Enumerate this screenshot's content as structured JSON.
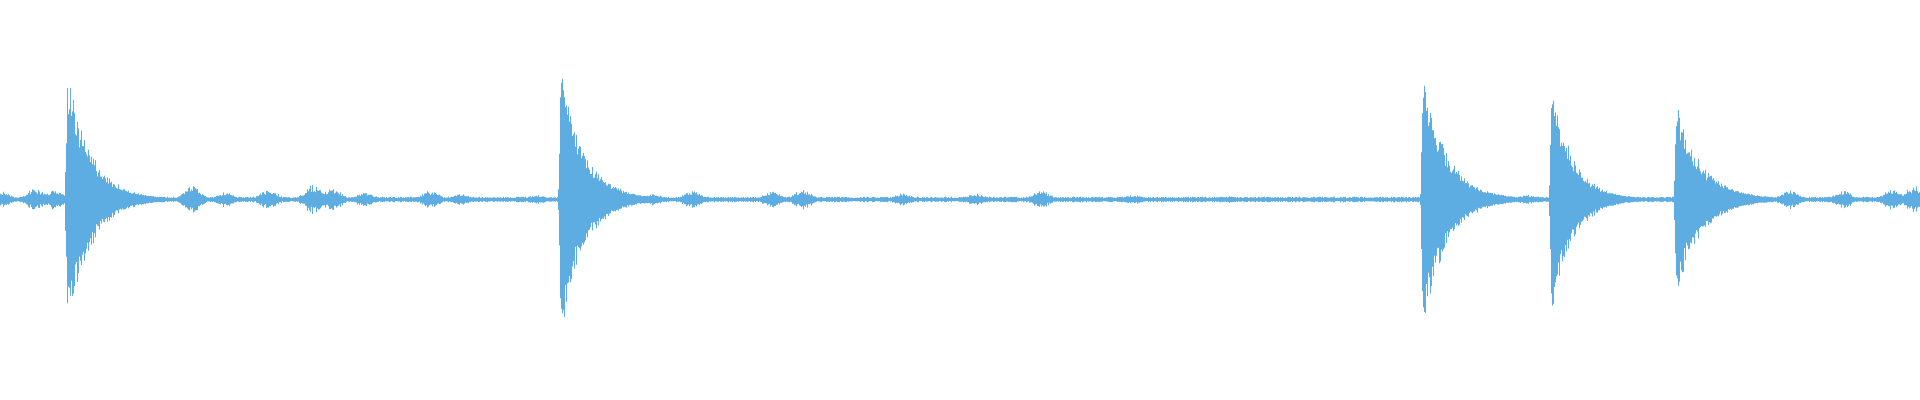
{
  "waveform": {
    "color": "#5dade2",
    "background": "#ffffff",
    "baseline_amplitude": 0.012,
    "noise_bursts": [
      {
        "t": 0.0,
        "a": 0.06
      },
      {
        "t": 0.018,
        "a": 0.08
      },
      {
        "t": 0.028,
        "a": 0.07
      },
      {
        "t": 0.1,
        "a": 0.09
      },
      {
        "t": 0.117,
        "a": 0.05
      },
      {
        "t": 0.14,
        "a": 0.07
      },
      {
        "t": 0.163,
        "a": 0.1
      },
      {
        "t": 0.173,
        "a": 0.08
      },
      {
        "t": 0.19,
        "a": 0.05
      },
      {
        "t": 0.224,
        "a": 0.06
      },
      {
        "t": 0.24,
        "a": 0.04
      },
      {
        "t": 0.279,
        "a": 0.03
      },
      {
        "t": 0.34,
        "a": 0.04
      },
      {
        "t": 0.36,
        "a": 0.06
      },
      {
        "t": 0.402,
        "a": 0.06
      },
      {
        "t": 0.418,
        "a": 0.07
      },
      {
        "t": 0.47,
        "a": 0.04
      },
      {
        "t": 0.508,
        "a": 0.04
      },
      {
        "t": 0.542,
        "a": 0.06
      },
      {
        "t": 0.59,
        "a": 0.03
      },
      {
        "t": 0.64,
        "a": 0.02
      },
      {
        "t": 0.795,
        "a": 0.03
      },
      {
        "t": 0.822,
        "a": 0.03
      },
      {
        "t": 0.91,
        "a": 0.04
      },
      {
        "t": 0.932,
        "a": 0.07
      },
      {
        "t": 0.96,
        "a": 0.06
      },
      {
        "t": 0.985,
        "a": 0.07
      },
      {
        "t": 0.997,
        "a": 0.1
      }
    ],
    "transients": [
      {
        "t": 0.035,
        "a": 0.93,
        "decay": 0.012
      },
      {
        "t": 0.292,
        "a": 0.96,
        "decay": 0.012
      },
      {
        "t": 0.741,
        "a": 0.94,
        "decay": 0.012
      },
      {
        "t": 0.808,
        "a": 0.83,
        "decay": 0.011
      },
      {
        "t": 0.873,
        "a": 0.7,
        "decay": 0.013
      }
    ]
  }
}
